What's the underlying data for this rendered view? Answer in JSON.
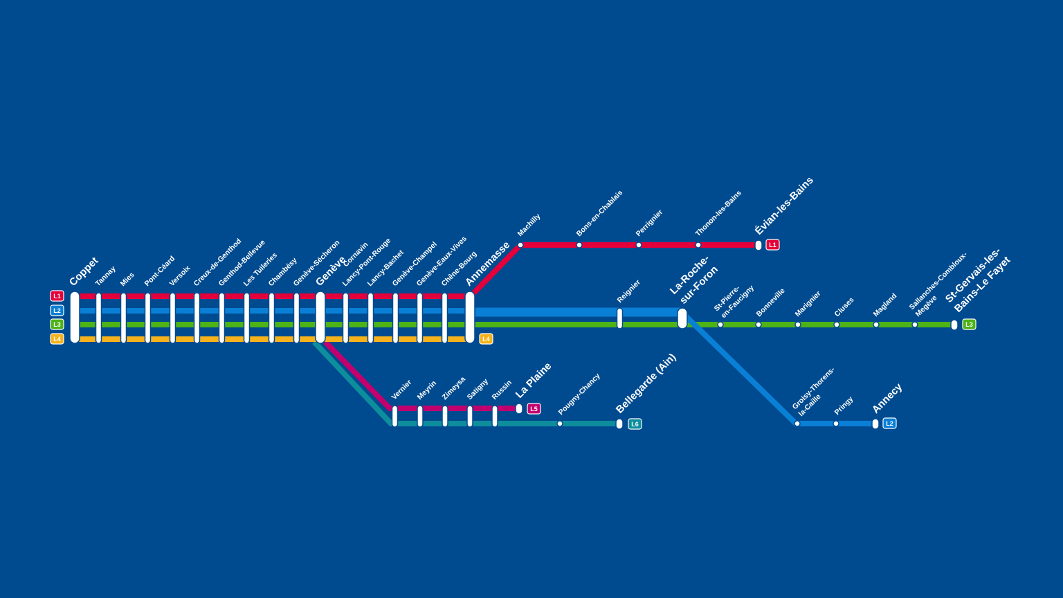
{
  "colors": {
    "background": "#004a8f",
    "L1": "#e4003a",
    "L2": "#0a7fd6",
    "L3": "#4db317",
    "L4": "#f6b21b",
    "L5": "#c2006e",
    "L6": "#0e8d9d"
  },
  "lines": {
    "L1": "L1",
    "L2": "L2",
    "L3": "L3",
    "L4": "L4",
    "L5": "L5",
    "L6": "L6"
  },
  "trunk_stations": [
    {
      "id": "coppet",
      "label": "Coppet",
      "major": true
    },
    {
      "id": "tannay",
      "label": "Tannay"
    },
    {
      "id": "mies",
      "label": "Mies"
    },
    {
      "id": "pont-ceard",
      "label": "Pont-Céard"
    },
    {
      "id": "versoix",
      "label": "Versoix"
    },
    {
      "id": "creux-de-genthod",
      "label": "Creux-de-Genthod"
    },
    {
      "id": "genthod-bellevue",
      "label": "Genthod-Bellevue"
    },
    {
      "id": "les-tuileries",
      "label": "Les Tuileries"
    },
    {
      "id": "chambesy",
      "label": "Chambésy"
    },
    {
      "id": "geneve-secheron",
      "label": "Genève-Sécheron"
    },
    {
      "id": "geneve",
      "label": "Genève",
      "sublabel": "Cornavin",
      "major": true
    },
    {
      "id": "lancy-pont-rouge",
      "label": "Lancy-Pont-Rouge"
    },
    {
      "id": "lancy-bachet",
      "label": "Lancy-Bachet"
    },
    {
      "id": "geneve-champel",
      "label": "Genève-Champel"
    },
    {
      "id": "geneve-eaux-vives",
      "label": "Genève-Eaux-Vives"
    },
    {
      "id": "chene-bourg",
      "label": "Chêne-Bourg"
    },
    {
      "id": "annemasse",
      "label": "Annemasse",
      "major": true
    }
  ],
  "l1_branch": [
    {
      "label": "Machilly"
    },
    {
      "label": "Bons-en-Chablais"
    },
    {
      "label": "Perrignier"
    },
    {
      "label": "Thonon-les-Bains"
    },
    {
      "label": "Évian-les-Bains",
      "major": true
    }
  ],
  "reignier": {
    "label": "Reignier"
  },
  "la_roche": {
    "line1": "La-Roche-",
    "line2": "sur-Foron"
  },
  "l3_branch": [
    {
      "line1": "St-Pierre-",
      "line2": "en-Faucigny"
    },
    {
      "line1": "Bonneville"
    },
    {
      "line1": "Marignier"
    },
    {
      "line1": "Cluses"
    },
    {
      "line1": "Magland"
    },
    {
      "line1": "Sallanches-Combloux-",
      "line2": "Megève"
    }
  ],
  "l3_terminus": {
    "line1": "St-Gervais-les-",
    "line2": "Bains-Le Fayet"
  },
  "l2_branch": [
    {
      "line1": "Groisy-Thorens-",
      "line2": "la-Caille"
    },
    {
      "line1": "Pringy"
    }
  ],
  "l2_terminus": {
    "label": "Annecy"
  },
  "l5_branch": [
    {
      "label": "Vernier"
    },
    {
      "label": "Meyrin"
    },
    {
      "label": "Zimeysa"
    },
    {
      "label": "Satigny"
    },
    {
      "label": "Russin"
    }
  ],
  "l5_terminus": {
    "label": "La Plaine"
  },
  "l6_branch": [
    {
      "label": "Pougny-Chancy"
    }
  ],
  "l6_terminus": {
    "label": "Bellegarde (Ain)"
  }
}
